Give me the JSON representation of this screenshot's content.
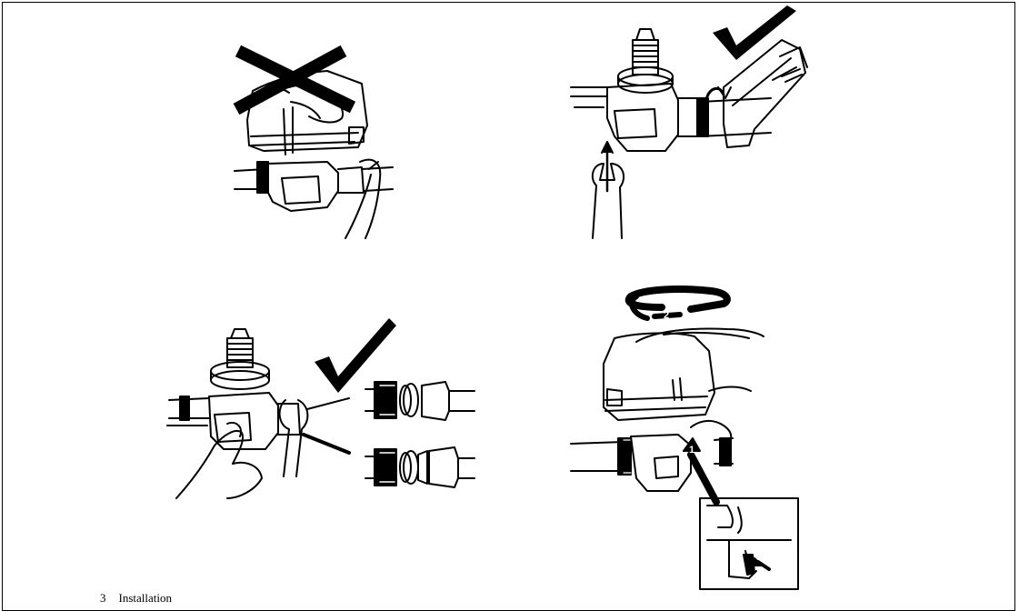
{
  "figure": {
    "number": "3",
    "caption": "Installation"
  },
  "step_markers": {
    "step1": "1",
    "step2": "2"
  },
  "colors": {
    "ink": "#000000",
    "paper": "#ffffff"
  },
  "icons": {
    "wrong": "cross-mark-icon",
    "correct": "check-mark-icon"
  }
}
